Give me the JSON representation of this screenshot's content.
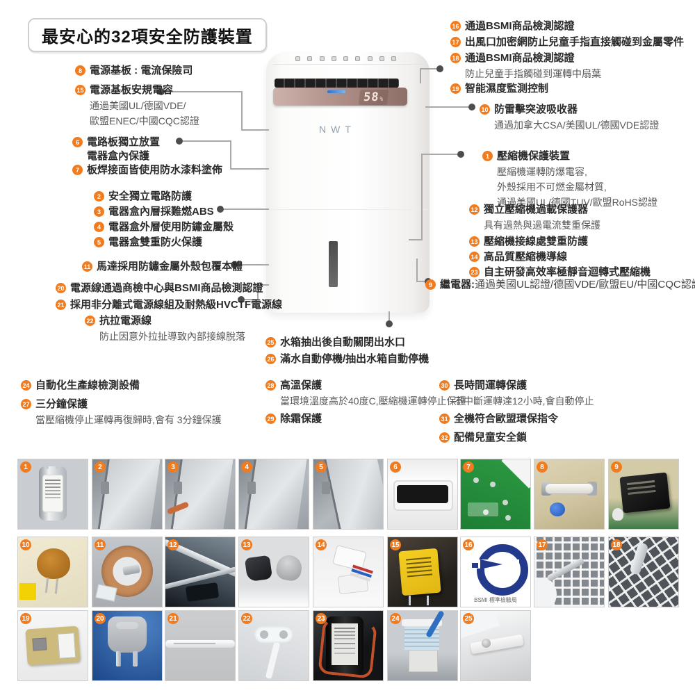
{
  "title": "最安心的32項安全防護裝置",
  "device": {
    "brand": "NWT",
    "display_value": "58",
    "display_unit": "%",
    "band_color": "#ab8b83",
    "led_color": "#5aa0e8",
    "digit_color": "#f4e6dc"
  },
  "accent_color": "#f17c20",
  "callouts": {
    "left": [
      {
        "num": "8",
        "title": "電源基板 : 電流保險司"
      },
      {
        "num": "15",
        "title": "電源基板安規電容",
        "lines": [
          "通過美國UL/德國VDE/",
          "歐盟ENEC/中國CQC認證"
        ]
      },
      {
        "num": "6",
        "title": "電路板獨立放置",
        "title2": "電器盒內保護"
      },
      {
        "num": "7",
        "title": "板焊接面皆使用防水漆料塗佈"
      },
      {
        "num": "2",
        "title": "安全獨立電路防護"
      },
      {
        "num": "3",
        "title": "電器盒內層採難燃ABS"
      },
      {
        "num": "4",
        "title": "電器盒外層使用防鏽金屬殼"
      },
      {
        "num": "5",
        "title": "電器盒雙重防火保護"
      },
      {
        "num": "11",
        "title": "馬達採用防鏽金屬外殼包覆本體"
      },
      {
        "num": "20",
        "title": "電源線通過商檢中心與BSMI商品檢測認證"
      },
      {
        "num": "21",
        "title": "採用非分離式電源線組及耐熱級HVCTF電源線"
      },
      {
        "num": "22",
        "title": "抗拉電源線",
        "lines": [
          "防止因意外拉扯導致內部接線脫落"
        ]
      },
      {
        "num": "24",
        "title": "自動化生產線檢測設備"
      },
      {
        "num": "27",
        "title": "三分鐘保護",
        "lines": [
          "當壓縮機停止運轉再復歸時,會有 3分鐘保護"
        ]
      }
    ],
    "middle": [
      {
        "num": "25",
        "title": "水箱抽出後自動關閉出水口"
      },
      {
        "num": "26",
        "title": "滿水自動停機/抽出水箱自動停機"
      },
      {
        "num": "28",
        "title": "高溫保護",
        "lines": [
          "當環境溫度高於40度C,壓縮機運轉停止保護"
        ]
      },
      {
        "num": "29",
        "title": "除霜保護"
      }
    ],
    "right": [
      {
        "num": "16",
        "title": "通過BSMI商品檢測認證"
      },
      {
        "num": "17",
        "title": "出風口加密網防止兒童手指直接觸碰到金屬零件"
      },
      {
        "num": "18",
        "title": "通過BSMI商品檢測認證",
        "lines": [
          "防止兒童手指觸碰到運轉中扇葉"
        ]
      },
      {
        "num": "19",
        "title": "智能濕度監測控制"
      },
      {
        "num": "10",
        "title": "防雷擊突波吸收器",
        "lines": [
          "通過加拿大CSA/美國UL/德國VDE認證"
        ]
      },
      {
        "num": "1",
        "title": "壓縮機保護裝置",
        "lines": [
          "壓縮機運轉防爆電容,",
          "外殼採用不可燃金屬材質,",
          "通過美國UL/德國TUV/歐盟RoHS認證"
        ]
      },
      {
        "num": "12",
        "title": "獨立壓縮機過載保護器",
        "lines": [
          "具有過熱與過電流雙重保護"
        ]
      },
      {
        "num": "13",
        "title": "壓縮機接線處雙重防護"
      },
      {
        "num": "14",
        "title": "高品質壓縮機導線"
      },
      {
        "num": "23",
        "title": "自主研發高效率極靜音迴轉式壓縮機"
      },
      {
        "num": "9",
        "title": "繼電器:",
        "rest": "通過美國UL認證/德國VDE/歐盟EU/中國CQC認證"
      },
      {
        "num": "30",
        "title": "長時間運轉保護",
        "lines": [
          "不中斷運轉達12小時,會自動停止"
        ]
      },
      {
        "num": "31",
        "title": "全機符合歐盟環保指令"
      },
      {
        "num": "32",
        "title": "配備兒童安全鎖"
      }
    ]
  },
  "gallery": {
    "bsmi_label": "BSMI 標準檢驗局",
    "items": [
      {
        "num": "1",
        "name": "run-capacitor-photo"
      },
      {
        "num": "2",
        "name": "electrical-box-photo"
      },
      {
        "num": "3",
        "name": "electrical-box-side-photo"
      },
      {
        "num": "4",
        "name": "electrical-box-outer-photo"
      },
      {
        "num": "5",
        "name": "electrical-box-corner-photo"
      },
      {
        "num": "6",
        "name": "circuit-cover-photo"
      },
      {
        "num": "7",
        "name": "pcb-back-photo"
      },
      {
        "num": "8",
        "name": "fuse-photo"
      },
      {
        "num": "9",
        "name": "relay-photo"
      },
      {
        "num": "10",
        "name": "surge-absorber-photo"
      },
      {
        "num": "11",
        "name": "motor-photo"
      },
      {
        "num": "12",
        "name": "compressor-wiring-photo"
      },
      {
        "num": "13",
        "name": "terminal-covers-photo"
      },
      {
        "num": "14",
        "name": "connector-wires-photo"
      },
      {
        "num": "15",
        "name": "safety-capacitor-photo"
      },
      {
        "num": "16",
        "name": "bsmi-logo-photo"
      },
      {
        "num": "17",
        "name": "outlet-grille-test-photo"
      },
      {
        "num": "18",
        "name": "fan-grille-test-photo"
      },
      {
        "num": "19",
        "name": "humidity-sensor-photo"
      },
      {
        "num": "20",
        "name": "power-plug-photo"
      },
      {
        "num": "21",
        "name": "power-cord-photo"
      },
      {
        "num": "22",
        "name": "cord-clamp-photo"
      },
      {
        "num": "23",
        "name": "compressor-photo"
      },
      {
        "num": "24",
        "name": "production-line-photo"
      },
      {
        "num": "25",
        "name": "water-outlet-photo"
      }
    ]
  }
}
